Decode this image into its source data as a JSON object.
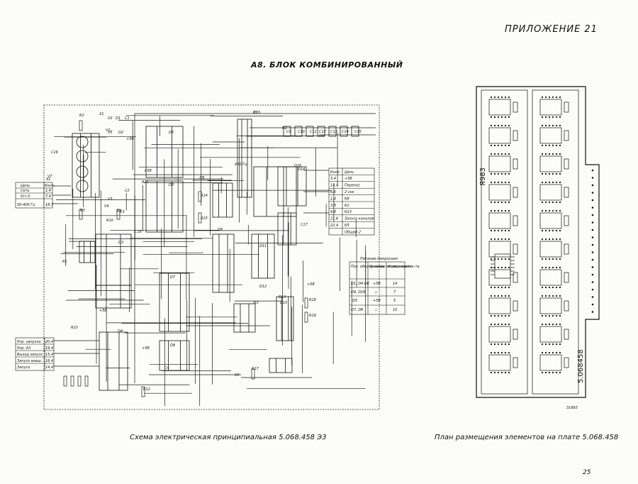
{
  "header": {
    "appendix": "ПРИЛОЖЕНИЕ 21"
  },
  "title": "А8. БЛОК КОМБИНИРОВАННЫЙ",
  "captions": {
    "schematic": "Схема электрическая принципиальная  5.068.458 Э3",
    "layout": "План размещения элементов на плате  5.068.458"
  },
  "page_number": "25",
  "left_table": {
    "headers": [
      "Цепь",
      "Конт."
    ],
    "rows": [
      [
        "Сеть",
        "1,4"
      ],
      [
        "Уст.0",
        "7,4"
      ],
      [
        "50-400 Гц",
        "18,7"
      ]
    ]
  },
  "left_table_ref": "X1",
  "bottom_left_table": {
    "rows": [
      [
        "Упр. запуска",
        "20,4"
      ],
      [
        "Упр. А3",
        "19,4"
      ],
      [
        "Выход запуск",
        "15,4"
      ],
      [
        "Запуск внеш.",
        "16,4"
      ],
      [
        "Запуск",
        "14,4"
      ]
    ]
  },
  "right_table": {
    "headers": [
      "Конт.",
      "Цепь"
    ],
    "rows": [
      [
        "3,4",
        "+5В"
      ],
      [
        "14,4",
        "Перенос"
      ],
      [
        "6,6",
        "2 сек"
      ],
      [
        "1,4",
        "К8"
      ],
      [
        "3,8",
        "К1"
      ],
      [
        "4,8",
        "К13"
      ],
      [
        "21,6",
        "Запуск каналов"
      ],
      [
        "22,4",
        "К5"
      ],
      [
        "",
        "Общий 2"
      ]
    ]
  },
  "power_table": {
    "title": "Питание микросхем",
    "headers": [
      "Поз. обозна-чение",
      "Уровень напря-жения",
      "Номер контак-та"
    ],
    "rows": [
      [
        "D1, D4 D6",
        "+5В",
        "14"
      ],
      [
        "D9, D16",
        "⊥",
        "7"
      ],
      [
        "D5",
        "+5В",
        "5"
      ],
      [
        "D7, D8",
        "⊥",
        "10"
      ]
    ]
  },
  "board": {
    "label_a": "Я983",
    "label_b": "5.068458",
    "stamp": "31693"
  },
  "component_labels": [
    "D10",
    "D1",
    "D2",
    "D5",
    "D6",
    "D3",
    "D4",
    "D7",
    "D8",
    "D9",
    "D11",
    "D12",
    "D13",
    "D14",
    "D15",
    "D16",
    "R1",
    "R2",
    "R3",
    "R5",
    "R10",
    "R11",
    "R12",
    "R14",
    "R15",
    "R17",
    "R18",
    "R19",
    "R23",
    "C1",
    "C2",
    "C3",
    "C4",
    "C9",
    "C10",
    "C11",
    "C12",
    "C13",
    "C14",
    "C15",
    "C16",
    "C17",
    "C18",
    "V1",
    "V2",
    "V3",
    "V4",
    "V5",
    "V7",
    "X1",
    "+5В",
    "-5В",
    "+5В",
    "+5В",
    "+5В",
    "+5В",
    "400 Гц",
    "К1",
    "К3",
    "К5",
    "К7"
  ]
}
